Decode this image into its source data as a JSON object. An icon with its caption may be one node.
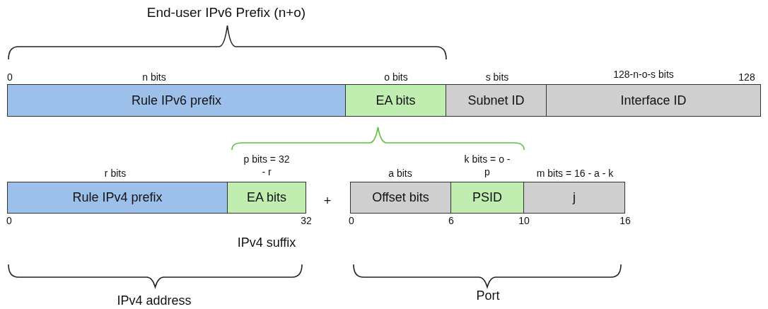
{
  "diagram": {
    "nodes": [
      {
        "text": [
          "Rule IPv6 prefix"
        ]
      },
      {
        "text": [
          "EA bits"
        ]
      },
      {
        "text": [
          "Subnet ID"
        ]
      },
      {
        "text": [
          "Interface ID"
        ]
      },
      {
        "text": [
          "Rule IPv4 prefix"
        ]
      },
      {
        "text": [
          "EA bits"
        ]
      },
      {
        "text": [
          "Offset bits"
        ]
      },
      {
        "text": [
          "PSID"
        ]
      },
      {
        "text": [
          "j"
        ]
      }
    ],
    "labels": [
      "End-user IPv6 Prefix (n+o)",
      "0",
      "n bits",
      "o bits",
      "s bits",
      "128-n-o-s bits",
      "128",
      "p bits = 32 - r",
      "k bits = o - p",
      "r bits",
      "a bits",
      "m bits = 16 - a - k",
      "+",
      "0",
      "32",
      "0",
      "6",
      "10",
      "16",
      "IPv4 suffix",
      "IPv4 address",
      "Port"
    ]
  }
}
